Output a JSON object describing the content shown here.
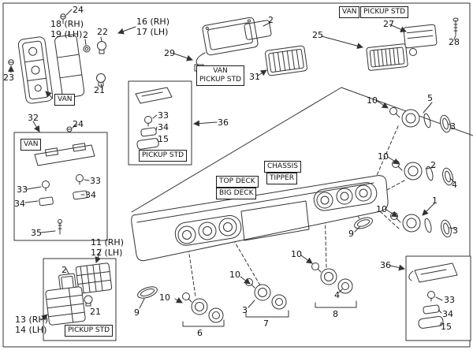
{
  "colors": {
    "background": "#ffffff",
    "line": "#333333",
    "text": "#111111"
  },
  "regions": {
    "tail_lamp_van": {
      "screw_top": "24",
      "lens_rh": "18 (RH)",
      "lens_lh": "19 (LH)",
      "gasket": "2",
      "bulb_upper": "22",
      "assembly_rh": "16 (RH)",
      "assembly_lh": "17 (LH)",
      "screw_side": "23",
      "bulb_lower": "21",
      "variant_tag": "VAN"
    },
    "license_lamp_van": {
      "assembly": "32",
      "screw": "24",
      "variant_tag": "VAN",
      "bulb_left": "33",
      "bulb_right": "33",
      "lens_left": "34",
      "lens_right": "34",
      "screw_bottom": "35"
    },
    "cab_lamp": {
      "gasket": "2",
      "bracket": "29",
      "variant_tag_line1": "VAN",
      "variant_tag_line2": "PICKUP STD",
      "lens": "31"
    },
    "side_lamp": {
      "variant_tag_van": "VAN",
      "variant_tag_pickup": "PICKUP STD",
      "lens": "27",
      "assembly": "25",
      "screw": "28"
    },
    "license_lamp_pickup": {
      "bulb": "33",
      "lens": "34",
      "cover": "15",
      "assembly": "36",
      "variant_tag": "PICKUP STD"
    },
    "body_variant_tags": {
      "chassis": "CHASSIS",
      "tipper": "TIPPER",
      "top_deck": "TOP DECK",
      "big_deck": "BIG DECK"
    },
    "signal_cluster_top": {
      "nut": "10",
      "lamp": "5",
      "lens": "3"
    },
    "signal_cluster_mid": {
      "nut": "10",
      "lamp": "2",
      "lens": "4"
    },
    "signal_cluster_low": {
      "nut": "10",
      "lamp": "1",
      "lens": "3"
    },
    "reflector_right": {
      "part": "9"
    },
    "reflector_left": {
      "part": "9"
    },
    "bumper_lamps": {
      "nut_left": "10",
      "nut_mid": "10",
      "nut_right": "10",
      "lamp_mid": "3",
      "lens_right": "4",
      "group_left": "6",
      "group_mid": "7",
      "group_right": "8"
    },
    "tail_lamp_pickup": {
      "lens_rh": "11 (RH)",
      "lens_lh": "12 (LH)",
      "gasket": "2",
      "bulb": "21",
      "assembly_rh": "13 (RH)",
      "assembly_lh": "14 (LH)",
      "variant_tag": "PICKUP STD"
    },
    "license_lamp_rear": {
      "assembly": "36",
      "bulb": "33",
      "lens": "34",
      "cover": "15"
    }
  }
}
